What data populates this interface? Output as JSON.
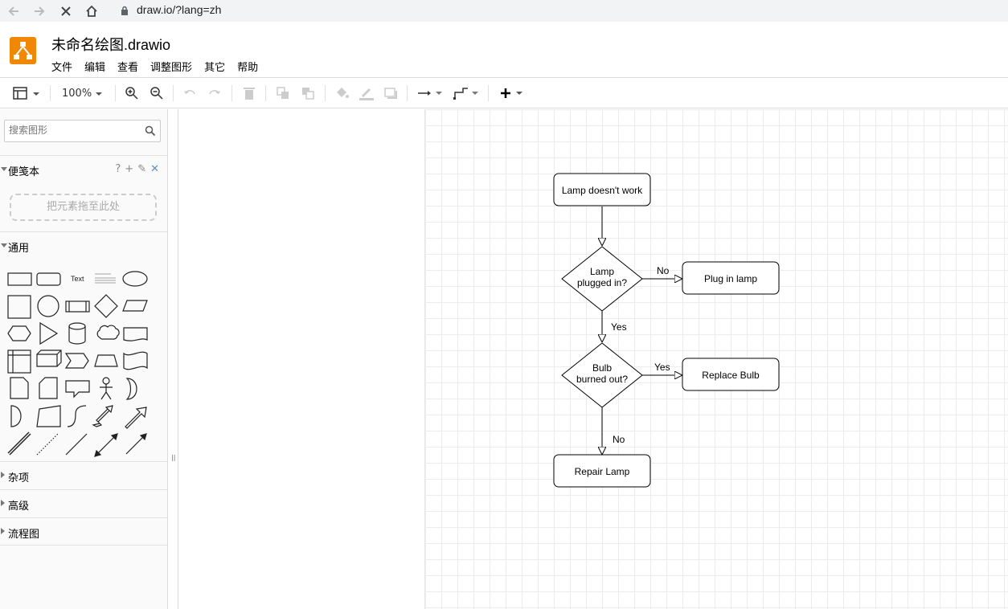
{
  "browser": {
    "url": "draw.io/?lang=zh"
  },
  "app": {
    "title": "未命名绘图.drawio",
    "menu": [
      "文件",
      "编辑",
      "查看",
      "调整图形",
      "其它",
      "帮助"
    ]
  },
  "toolbar": {
    "zoom": "100%"
  },
  "sidebar": {
    "search_placeholder": "搜索图形",
    "scratchpad_title": "便笺本",
    "scratchpad_tools": [
      "?",
      "+",
      "✎",
      "✕"
    ],
    "dropzone": "把元素拖至此处",
    "general_title": "通用",
    "text_shape_label": "Text",
    "sections": [
      "杂项",
      "高级",
      "流程图"
    ]
  },
  "diagram": {
    "nodes": {
      "start": "Lamp doesn't work",
      "decision1_line1": "Lamp",
      "decision1_line2": "plugged in?",
      "plug": "Plug in lamp",
      "decision2_line1": "Bulb",
      "decision2_line2": "burned out?",
      "replace": "Replace Bulb",
      "repair": "Repair Lamp"
    },
    "edges": {
      "d1_no": "No",
      "d1_yes": "Yes",
      "d2_yes": "Yes",
      "d2_no": "No"
    }
  }
}
